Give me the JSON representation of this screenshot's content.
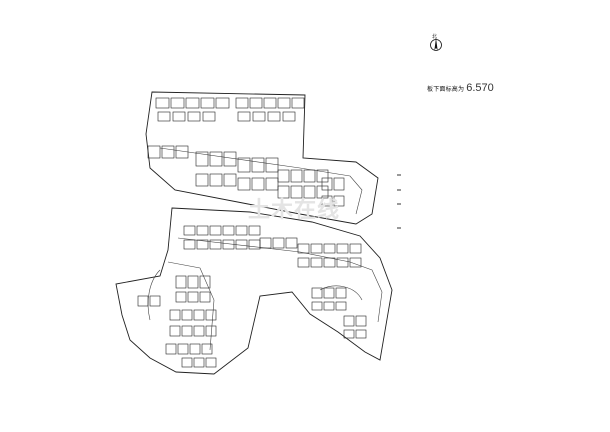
{
  "north_label": "北",
  "elevation_label": "板下面标高为",
  "elevation_value": "6.570",
  "watermark_text": "土木在线"
}
